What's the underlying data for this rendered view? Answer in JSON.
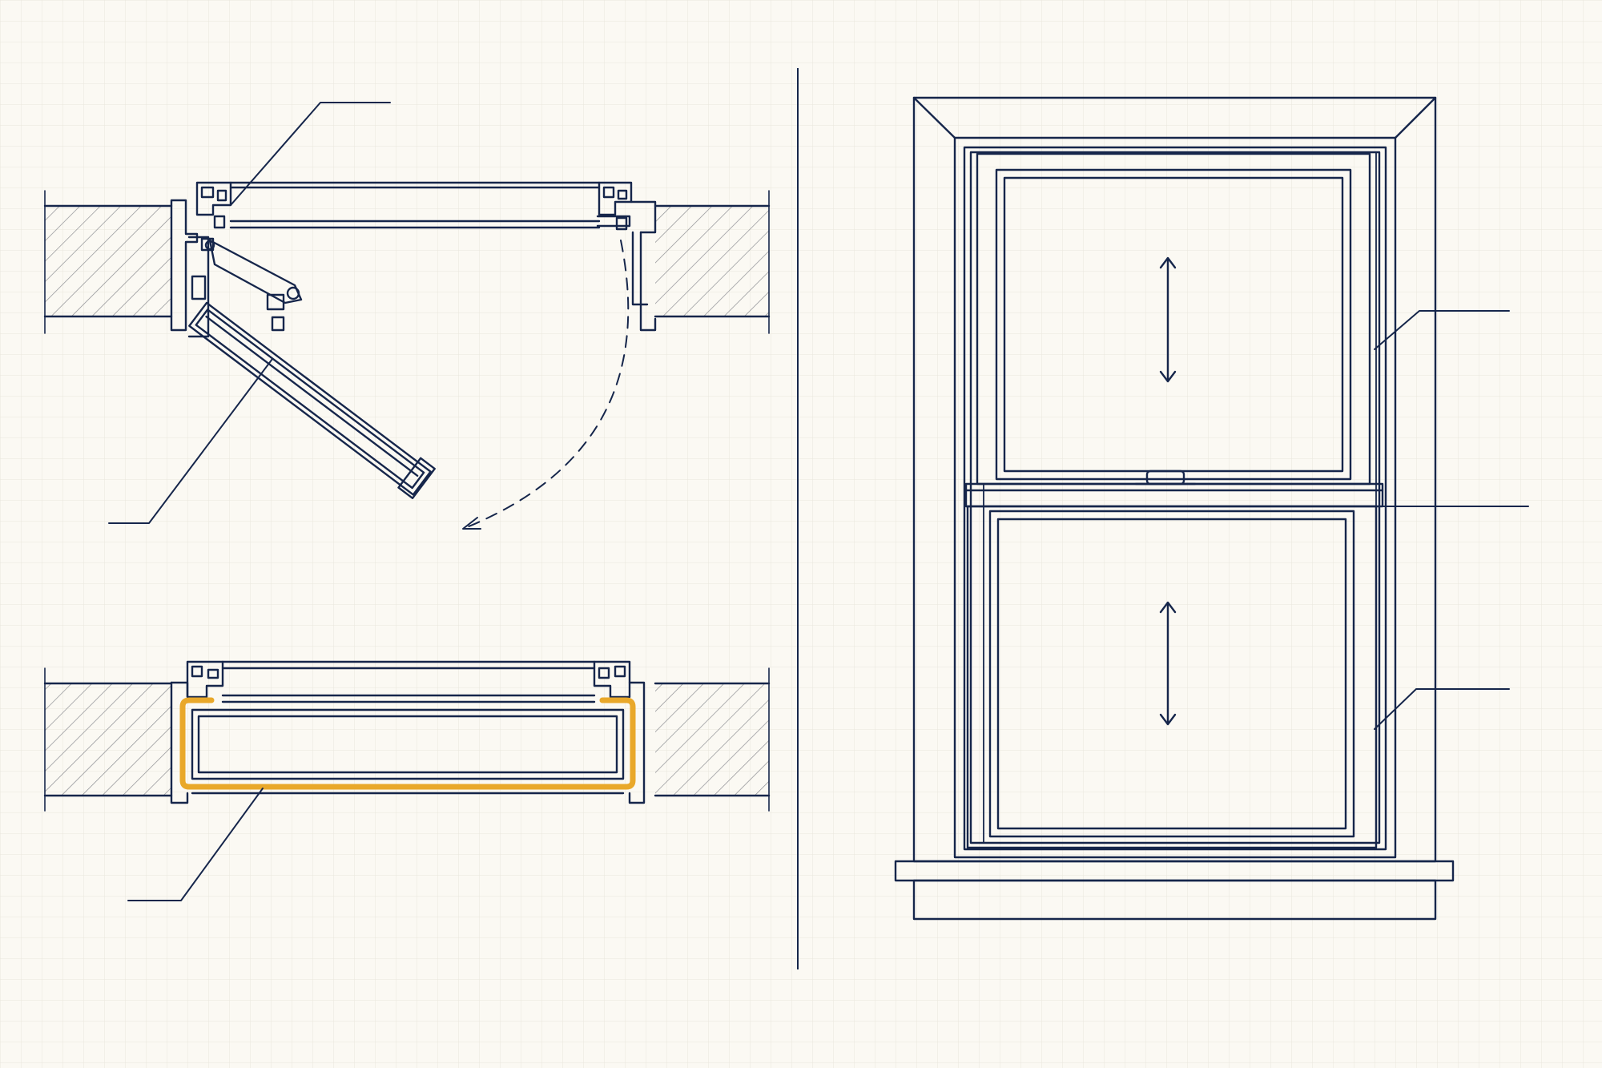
{
  "sheet": {
    "background_color": "#fbf9f3",
    "grid_visible": true,
    "grid_color": "#e9e6dc",
    "line_color": "#16264b",
    "hatch_color": "#8c8d92",
    "highlight_color": "#e9a82a"
  },
  "views": [
    {
      "id": "casement-plan",
      "swing_arc": "dashed",
      "leaders": 2
    },
    {
      "id": "fixed-plan",
      "gasket_highlighted": true,
      "leaders": 1
    },
    {
      "id": "double-hung-elevation",
      "sashes": 2,
      "leaders": 3
    }
  ]
}
